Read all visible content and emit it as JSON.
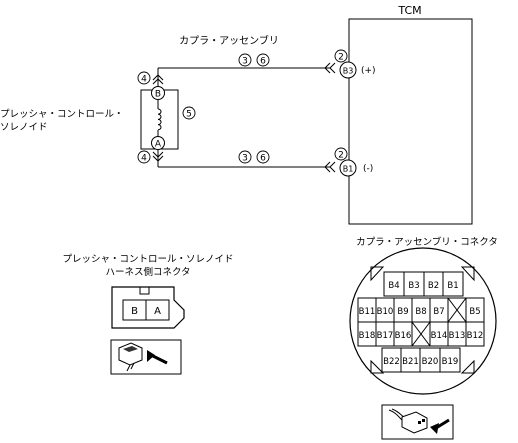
{
  "tcm": {
    "title": "TCM"
  },
  "coupler_label": "カプラ・アッセンブリ",
  "solenoid_label": [
    "プレッシャ・コントロール・",
    "ソレノイド"
  ],
  "circled": {
    "n2": "2",
    "n3": "3",
    "n4": "4",
    "n5": "5",
    "n6": "6"
  },
  "pins": {
    "B3": "B3",
    "B1": "B1",
    "plus": "(+)",
    "minus": "(-)",
    "term_B": "B",
    "term_A": "A"
  },
  "harness": {
    "title": [
      "プレッシャ・コントロール・ソレノイド",
      "ハーネス側コネクタ"
    ],
    "cells": [
      "B",
      "A"
    ]
  },
  "coupler_connector": {
    "title": "カプラ・アッセンブリ・コネクタ",
    "rows": [
      [
        "B4",
        "B3",
        "B2",
        "B1"
      ],
      [
        "B11",
        "B10",
        "B9",
        "B8",
        "B7",
        "",
        "B5"
      ],
      [
        "B18",
        "B17",
        "B16",
        "",
        "B14",
        "B13",
        "B12"
      ],
      [
        "B22",
        "B21",
        "B20",
        "B19"
      ]
    ]
  }
}
